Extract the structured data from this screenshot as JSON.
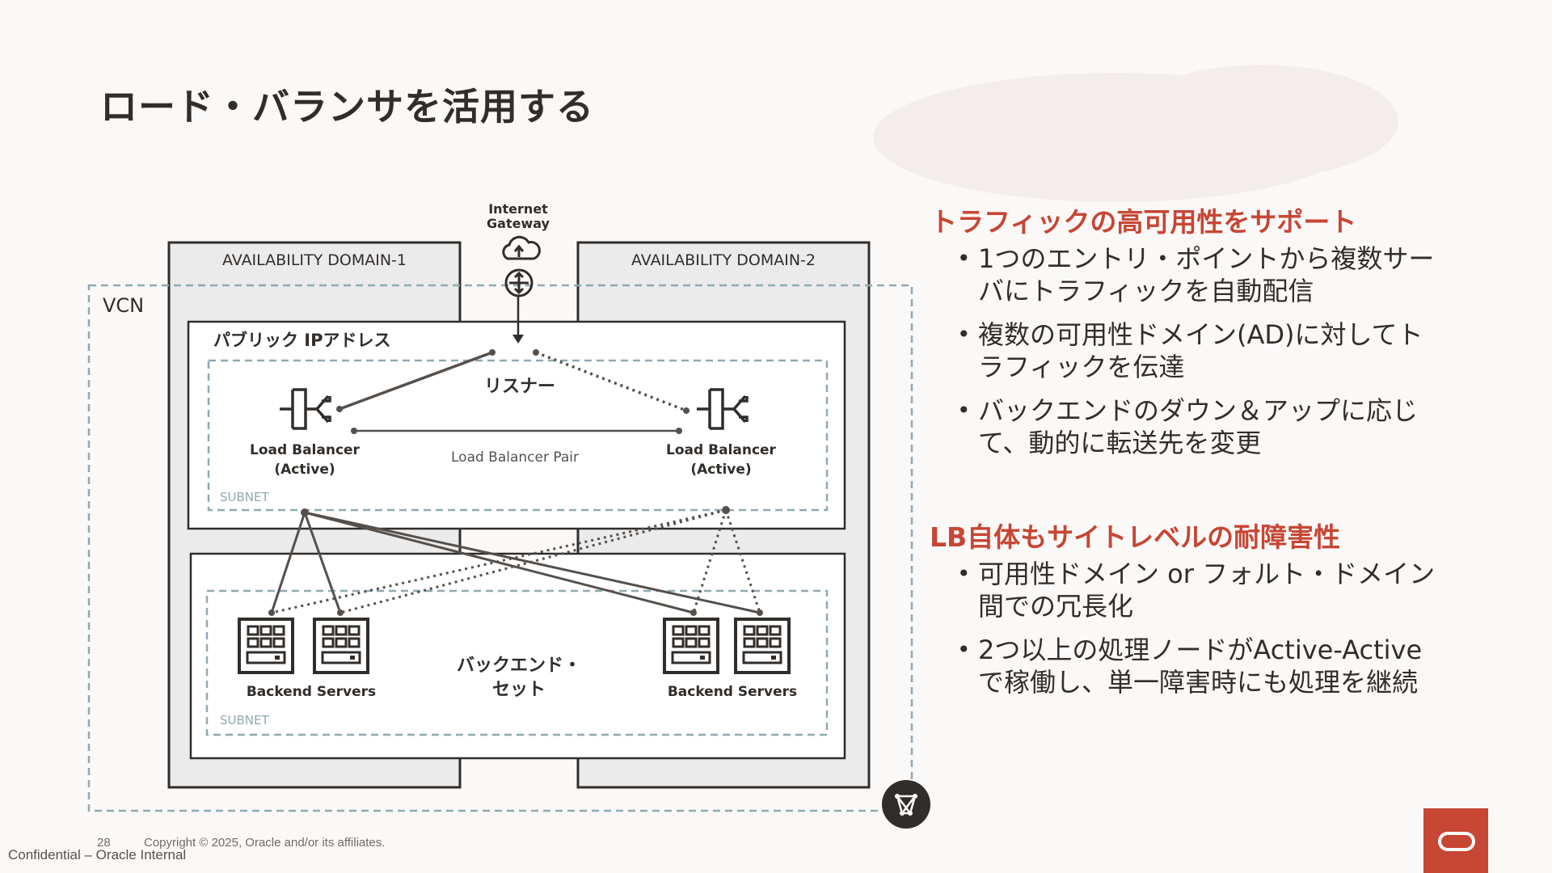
{
  "slide": {
    "title": "ロード・バランサを活用する"
  },
  "diagram": {
    "internet_gateway": [
      "Internet",
      "Gateway"
    ],
    "availability_domain_1": "AVAILABILITY DOMAIN-1",
    "availability_domain_2": "AVAILABILITY DOMAIN-2",
    "vcn": "VCN",
    "public_ip": "パブリック IPアドレス",
    "listener": "リスナー",
    "lb_left": [
      "Load Balancer",
      "(Active)"
    ],
    "lb_right": [
      "Load Balancer",
      "(Active)"
    ],
    "lb_pair": "Load Balancer Pair",
    "subnet_label": "SUBNET",
    "backend_set": [
      "バックエンド・",
      "セット"
    ],
    "backend_servers_left": "Backend Servers",
    "backend_servers_right": "Backend Servers"
  },
  "section1": {
    "heading": "トラフィックの高可用性をサポート",
    "bullets": [
      "1つのエントリ・ポイントから複数サーバにトラフィックを自動配信",
      "複数の可用性ドメイン(AD)に対してトラフィックを伝達",
      "バックエンドのダウン＆アップに応じて、動的に転送先を変更"
    ]
  },
  "section2": {
    "heading": "LB自体もサイトレベルの耐障害性",
    "bullets": [
      "可用性ドメイン or フォルト・ドメイン間での冗長化",
      "2つ以上の処理ノードがActive-Activeで稼働し、単一障害時にも処理を継続"
    ]
  },
  "footer": {
    "page_number": "28",
    "copyright": "Copyright © 2025, Oracle and/or its affiliates.",
    "confidential": "Confidential – Oracle Internal"
  },
  "colors": {
    "accent": "#c74634",
    "text": "#312d2a",
    "subnet_dash": "#8fa9b3",
    "ad_fill": "#ebebeb"
  },
  "icons": [
    "cloud-icon",
    "gateway-router-icon",
    "load-balancer-icon",
    "server-icon",
    "drg-icon",
    "oracle-logo"
  ]
}
